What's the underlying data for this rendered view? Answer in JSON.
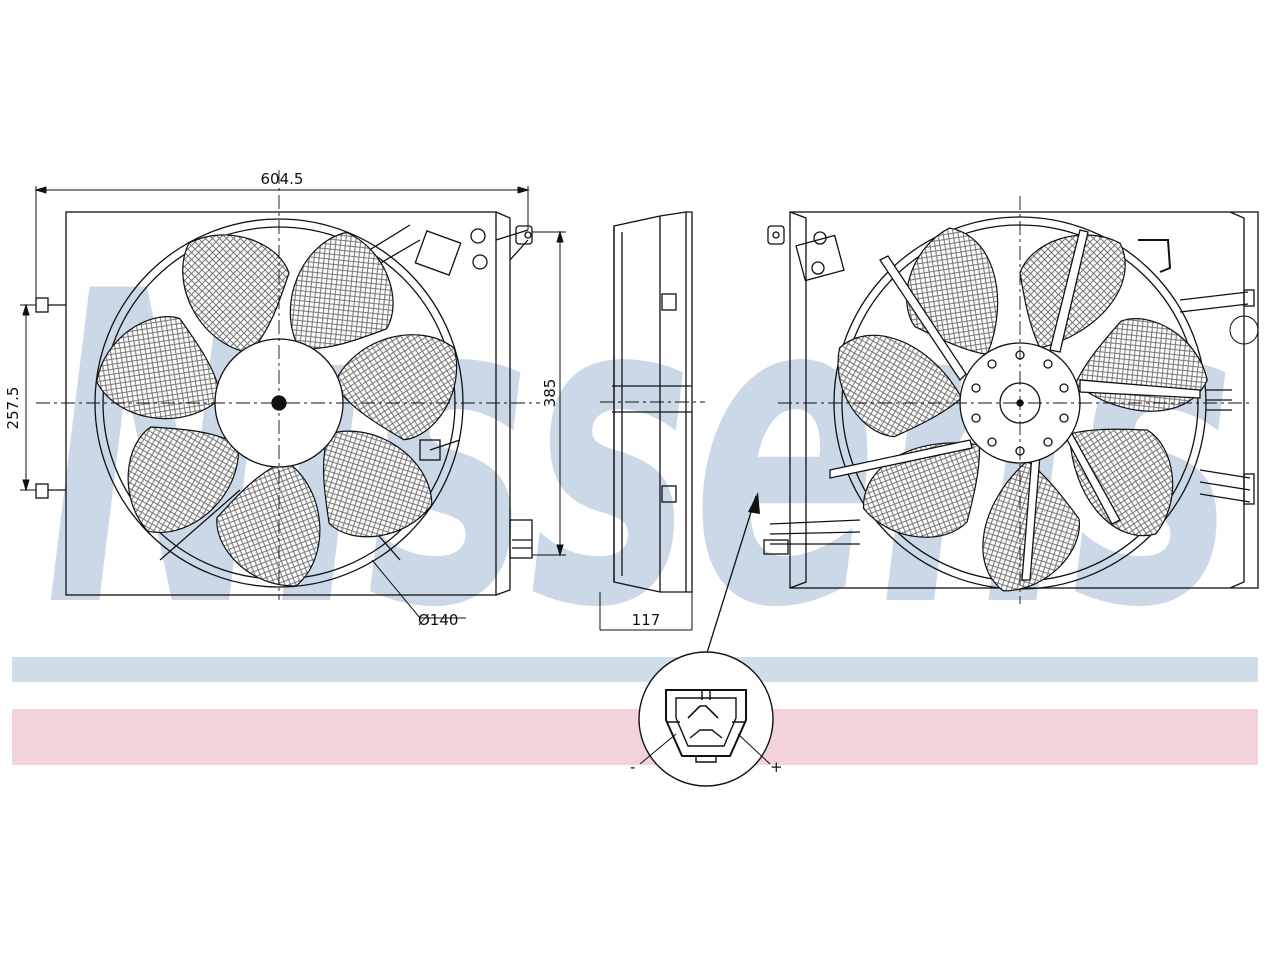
{
  "drawing": {
    "dimensions": {
      "overall_width": "604.5",
      "bolt_height": "257.5",
      "height": "385",
      "fan_diameter": "Ø140",
      "depth": "117"
    },
    "connector": {
      "minus_label": "-",
      "plus_label": "+"
    },
    "watermark": {
      "text": "Nissens",
      "color": "#c9d6e6"
    },
    "bands": {
      "blue_color": "#cfdcea",
      "red_color": "#f2d3d9"
    },
    "line_color": "#111111"
  }
}
